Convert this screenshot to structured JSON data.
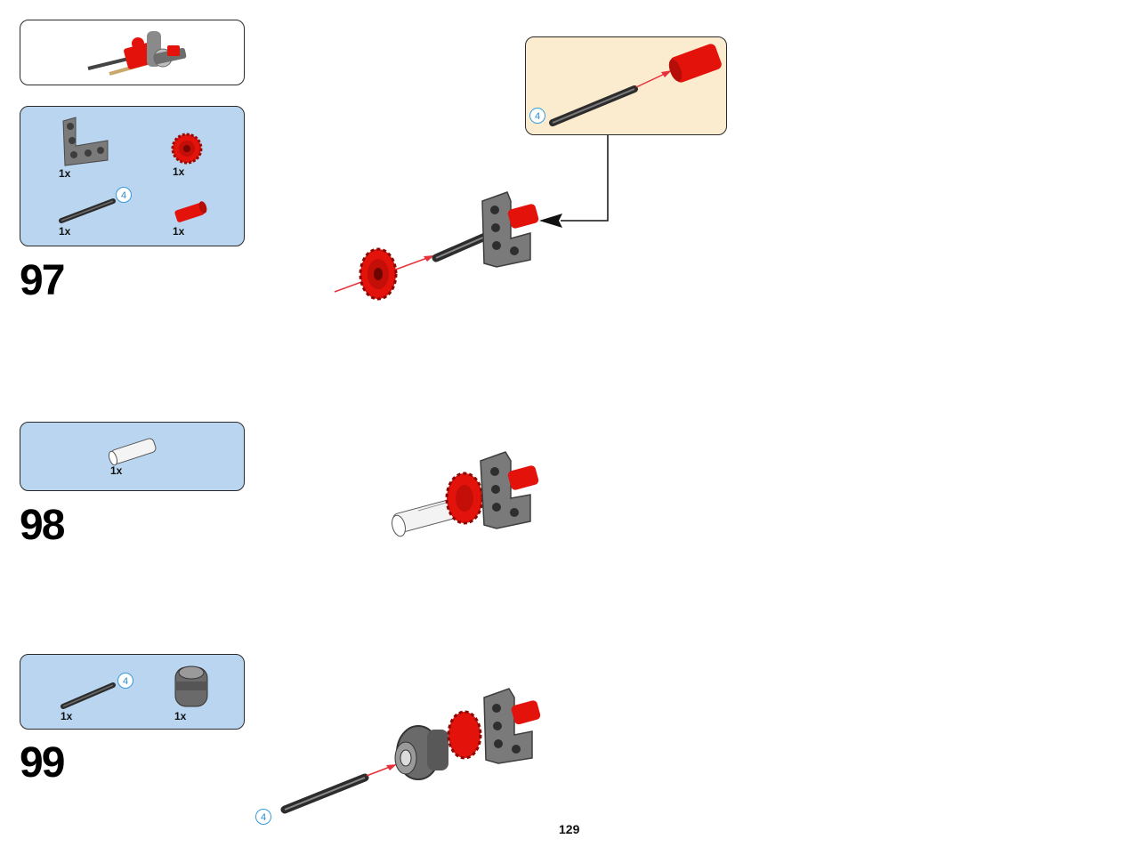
{
  "page_number": "129",
  "colors": {
    "parts_bg": "#b9d5f0",
    "callout_bg": "#fbecd0",
    "red_part": "#e3120b",
    "gray_part": "#7a7a7a",
    "axle_black": "#2c2c2c",
    "arrow_red": "#e8303a",
    "badge_blue": "#2a8bd0"
  },
  "steps": [
    {
      "number": "97",
      "parts": [
        {
          "icon": "gray-l-beam-icon",
          "qty": "1x"
        },
        {
          "icon": "red-gear-icon",
          "qty": "1x"
        },
        {
          "icon": "black-axle-icon",
          "qty": "1x",
          "length": "4"
        },
        {
          "icon": "red-bush-icon",
          "qty": "1x"
        }
      ],
      "callout_length": "4"
    },
    {
      "number": "98",
      "parts": [
        {
          "icon": "white-axle-connector-icon",
          "qty": "1x"
        }
      ]
    },
    {
      "number": "99",
      "parts": [
        {
          "icon": "black-axle-icon",
          "qty": "1x",
          "length": "4"
        },
        {
          "icon": "gray-hub-icon",
          "qty": "1x"
        }
      ],
      "axle_length": "4"
    }
  ]
}
